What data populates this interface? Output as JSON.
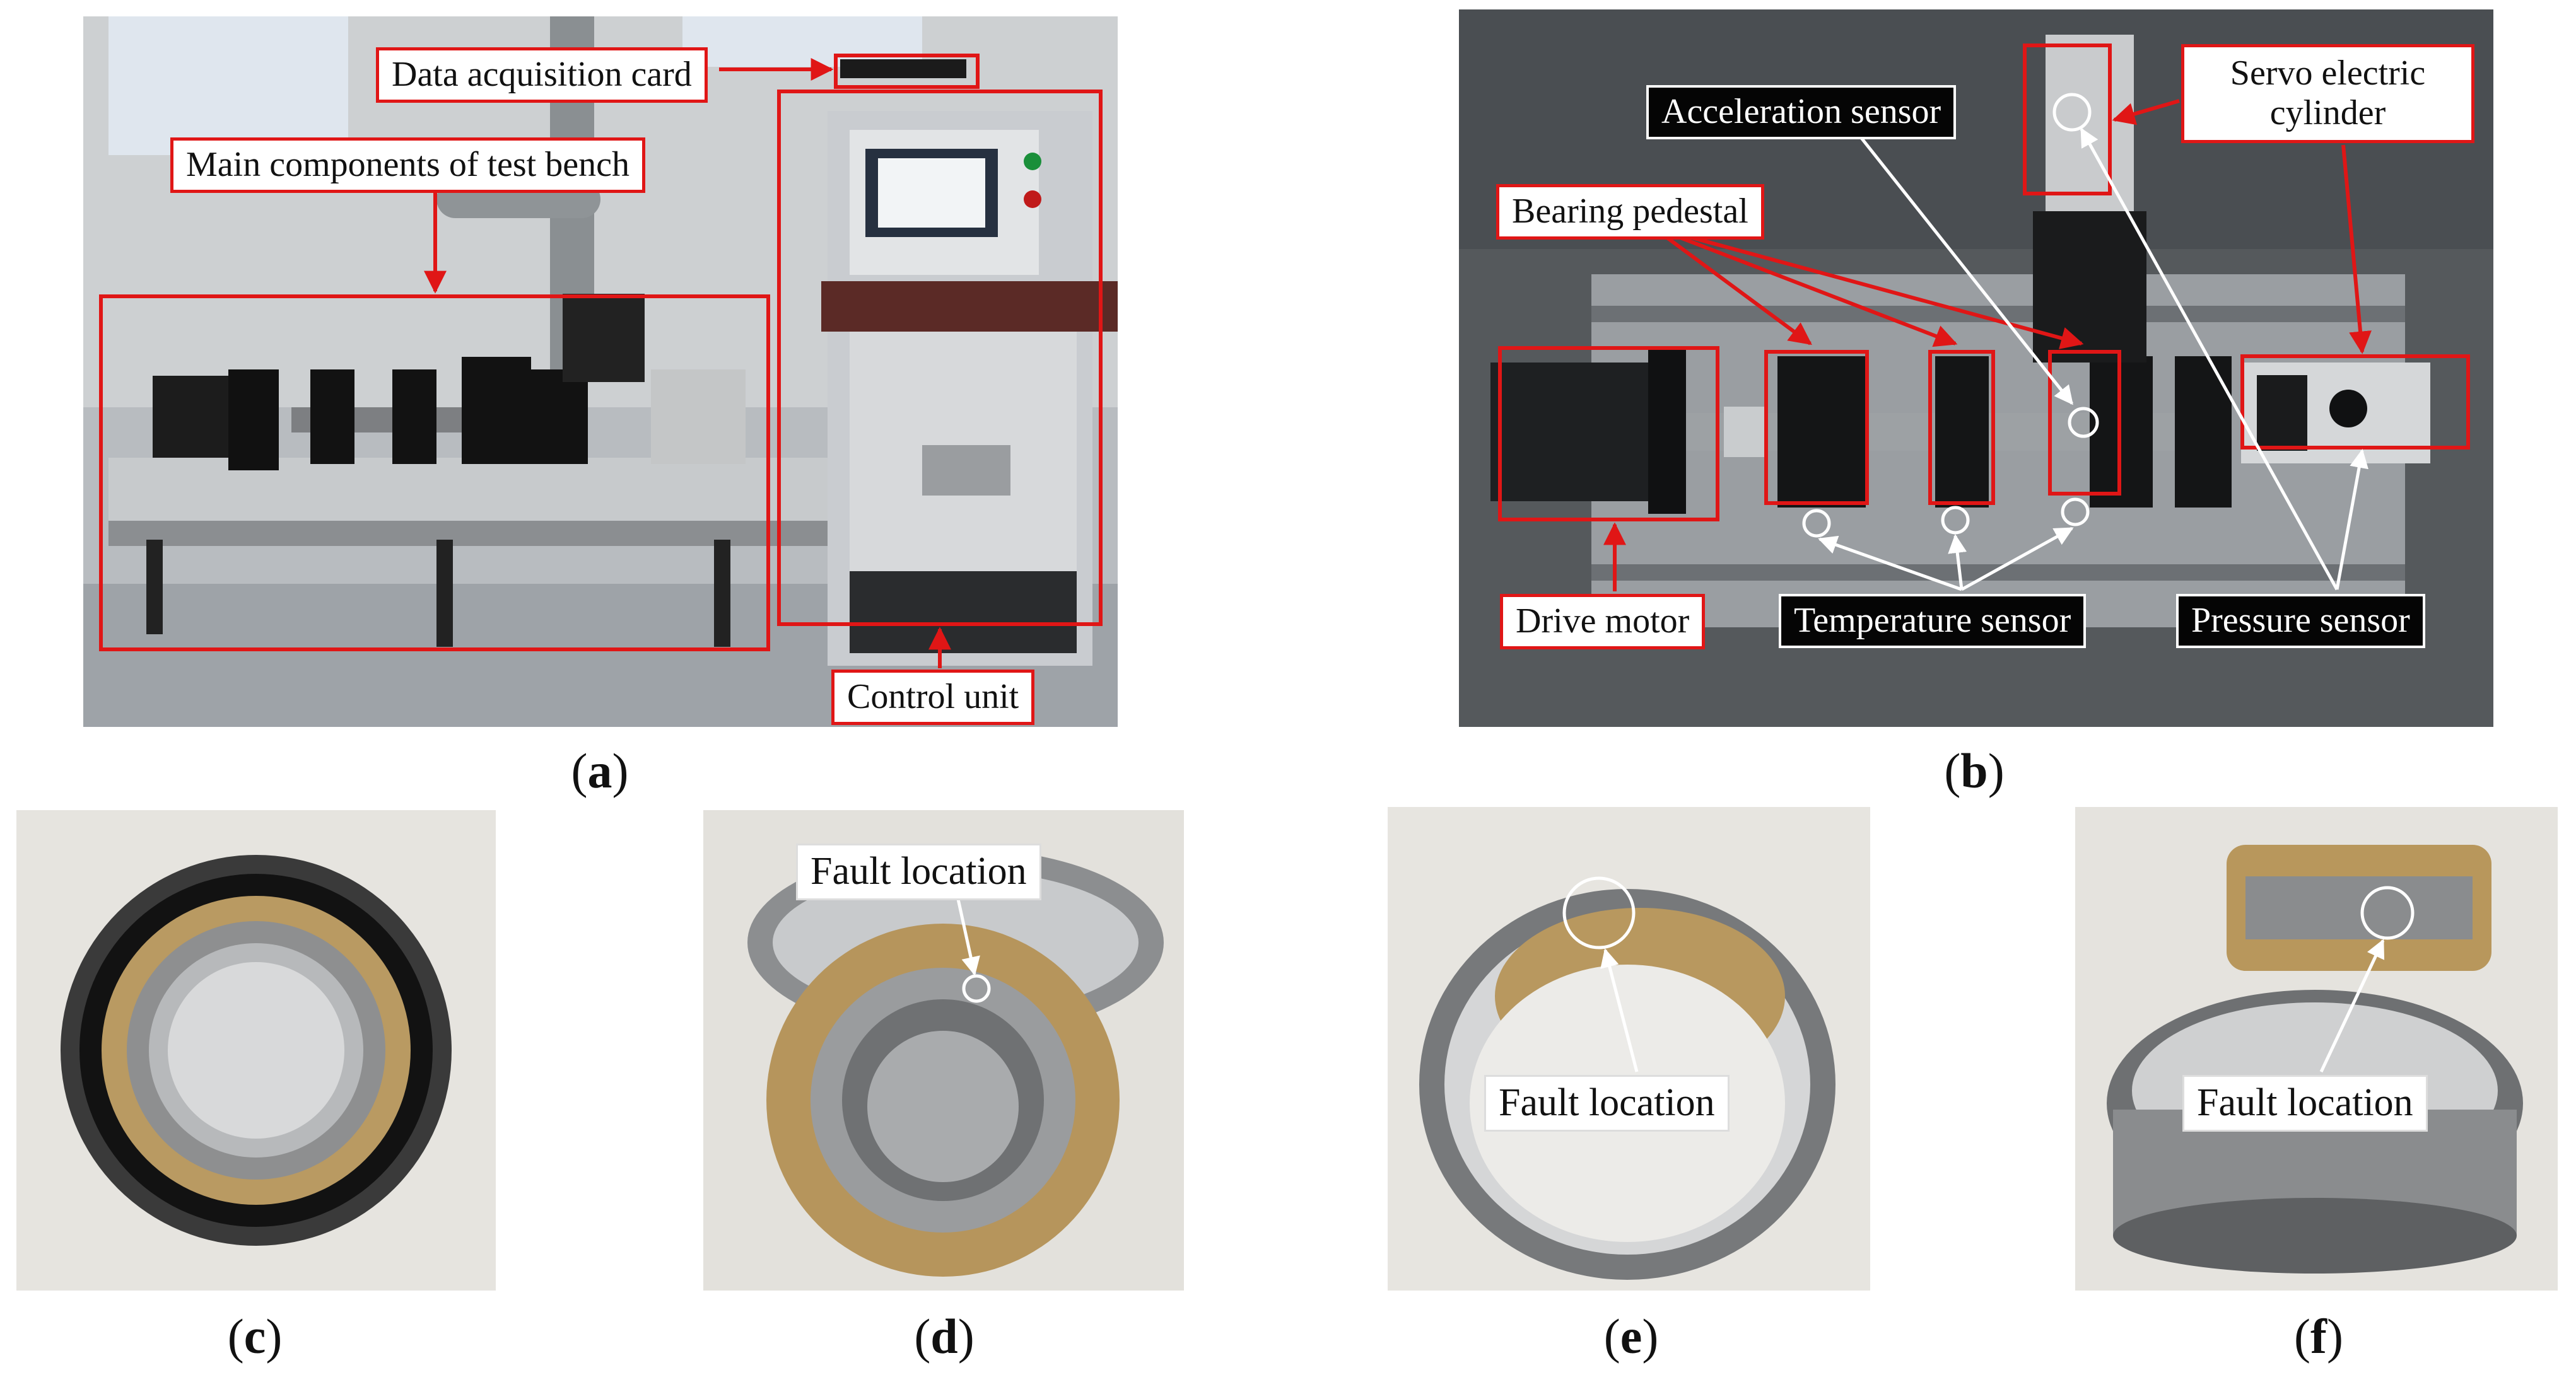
{
  "panels": {
    "a": {
      "caption": "a",
      "labels": {
        "data_card": "Data acquisition card",
        "main_components": "Main components of test bench",
        "control_unit": "Control unit"
      }
    },
    "b": {
      "caption": "b",
      "labels": {
        "acceleration": "Acceleration sensor",
        "servo": "Servo electric cylinder",
        "bearing_pedestal": "Bearing pedestal",
        "drive_motor": "Drive motor",
        "temperature": "Temperature sensor",
        "pressure": "Pressure sensor"
      }
    },
    "c": {
      "caption": "c"
    },
    "d": {
      "caption": "d",
      "fault_label": "Fault location"
    },
    "e": {
      "caption": "e",
      "fault_label": "Fault location"
    },
    "f": {
      "caption": "f",
      "fault_label": "Fault location"
    }
  },
  "caption_parens": {
    "open": "(",
    "close": ")"
  },
  "colors": {
    "annotation_red": "#e01616",
    "label_dark": "#050505"
  }
}
